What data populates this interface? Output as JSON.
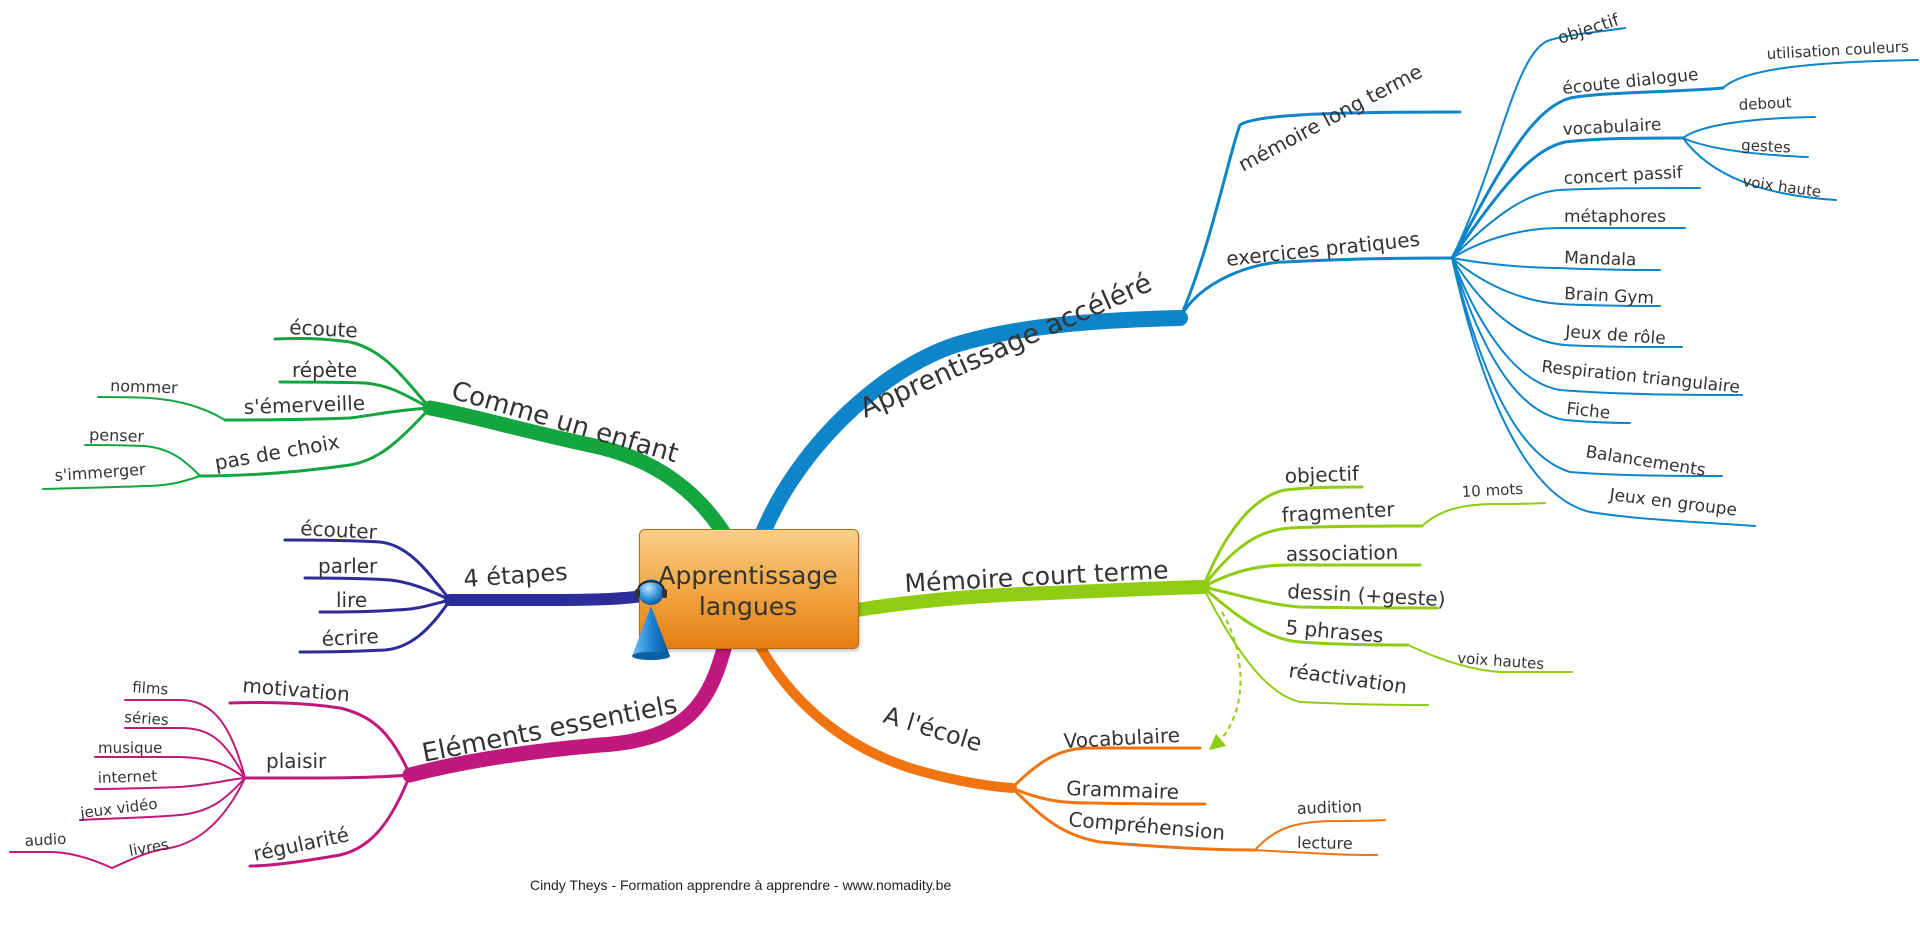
{
  "central": {
    "line1": "Apprentissage",
    "line2": "langues"
  },
  "footer": "Cindy Theys - Formation apprendre à apprendre - www.nomadity.be",
  "colors": {
    "blue": "#0e84c9",
    "green": "#15a53f",
    "navy": "#2c2c9a",
    "magenta": "#c0187d",
    "lime": "#8fcc12",
    "orange": "#f07510"
  },
  "icons": {
    "avatar": "user-avatar-icon"
  },
  "branches": {
    "accelere": {
      "label": "Apprentissage accéléré",
      "memoire_long": "mémoire long terme",
      "exercices": {
        "label": "exercices pratiques",
        "objectif": "objectif",
        "ecoute_dialogue": "écoute dialogue",
        "utilisation_couleurs": "utilisation couleurs",
        "vocabulaire": "vocabulaire",
        "debout": "debout",
        "gestes": "gestes",
        "voix_haute": "voix haute",
        "concert_passif": "concert passif",
        "metaphores": "métaphores",
        "mandala": "Mandala",
        "brain_gym": "Brain Gym",
        "jeux_role": "Jeux de rôle",
        "respiration": "Respiration triangulaire",
        "fiche": "Fiche",
        "balancements": "Balancements",
        "jeux_groupe": "Jeux en groupe"
      }
    },
    "enfant": {
      "label": "Comme un enfant",
      "ecoute": "écoute",
      "repete": "répète",
      "emerveille": "s'émerveille",
      "nommer": "nommer",
      "pas_choix": "pas de choix",
      "penser": "penser",
      "immerger": "s'immerger"
    },
    "etapes": {
      "label": "4 étapes",
      "ecouter": "écouter",
      "parler": "parler",
      "lire": "lire",
      "ecrire": "écrire"
    },
    "essentiels": {
      "label": "Eléments essentiels",
      "motivation": "motivation",
      "plaisir": "plaisir",
      "films": "films",
      "series": "séries",
      "musique": "musique",
      "internet": "internet",
      "jeux_video": "jeux vidéo",
      "livres": "livres",
      "audio": "audio",
      "regularite": "régularité"
    },
    "court": {
      "label": "Mémoire court terme",
      "objectif": "objectif",
      "fragmenter": "fragmenter",
      "dix_mots": "10 mots",
      "association": "association",
      "dessin": "dessin (+geste)",
      "cinq_phrases": "5 phrases",
      "voix_hautes": "voix hautes",
      "reactivation": "réactivation"
    },
    "ecole": {
      "label": "A l'école",
      "vocabulaire": "Vocabulaire",
      "grammaire": "Grammaire",
      "comprehension": "Compréhension",
      "audition": "audition",
      "lecture": "lecture"
    }
  }
}
